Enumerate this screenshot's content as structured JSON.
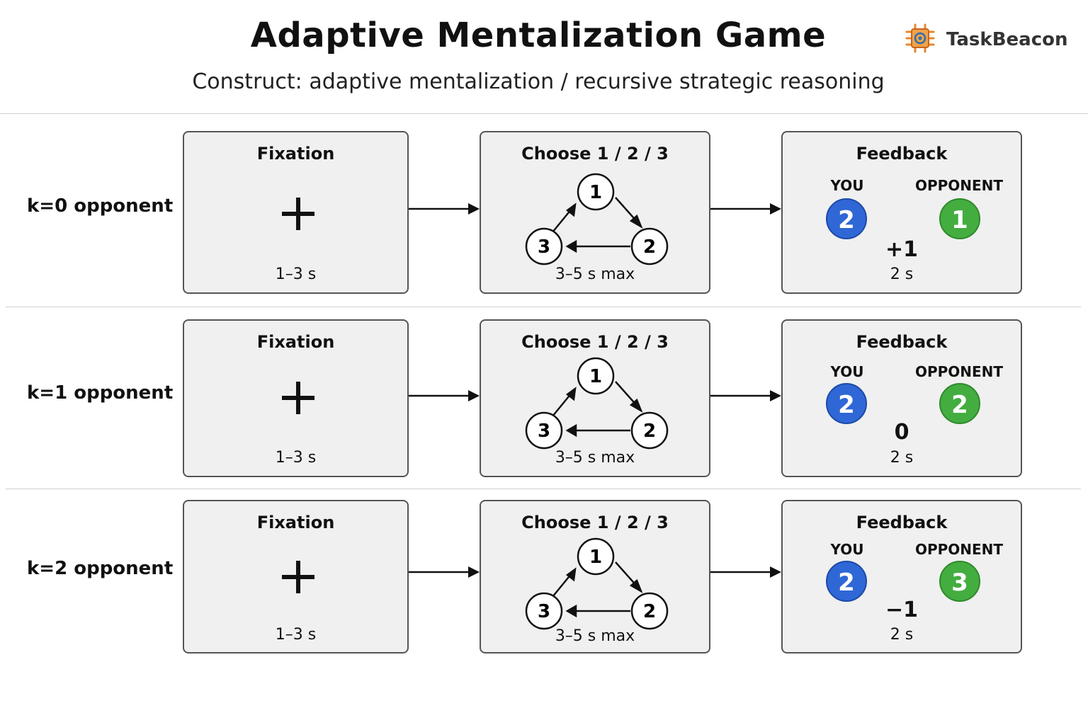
{
  "header": {
    "title": "Adaptive Mentalization Game",
    "subtitle": "Construct: adaptive mentalization / recursive strategic reasoning",
    "brand": "TaskBeacon"
  },
  "panel_labels": {
    "fixation_title": "Fixation",
    "fixation_timing": "1–3 s",
    "choice_title": "Choose 1 / 2 / 3",
    "choice_timing": "3–5 s max",
    "choice_options": [
      "1",
      "2",
      "3"
    ],
    "feedback_title": "Feedback",
    "you_label": "YOU",
    "opponent_label": "OPPONENT",
    "feedback_timing": "2 s"
  },
  "rows": [
    {
      "label": "k=0 opponent",
      "you": "2",
      "opponent": "1",
      "score": "+1"
    },
    {
      "label": "k=1 opponent",
      "you": "2",
      "opponent": "2",
      "score": "0"
    },
    {
      "label": "k=2 opponent",
      "you": "2",
      "opponent": "3",
      "score": "−1"
    }
  ],
  "colors": {
    "you_circle": "#2f67d6",
    "opponent_circle": "#43ad3f",
    "panel_fill": "#f0f0f0"
  }
}
